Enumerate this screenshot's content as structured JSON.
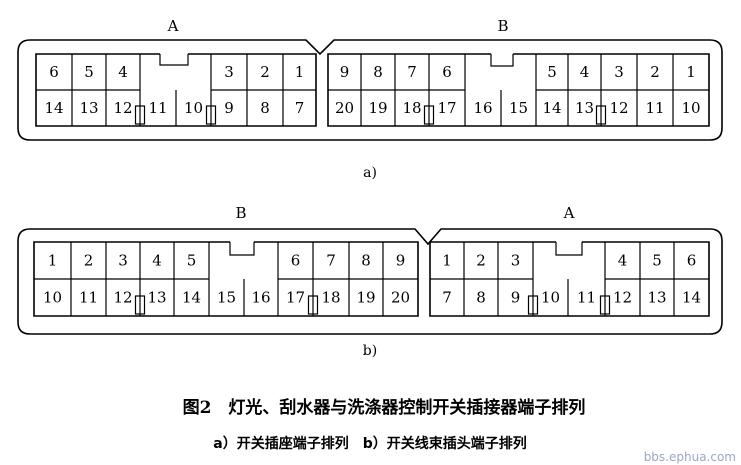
{
  "diagram_a": {
    "label_a": "A",
    "label_b": "B",
    "sub_label": "a)",
    "A_top": [
      "6",
      "5",
      "4",
      "",
      "3",
      "2",
      "1"
    ],
    "A_bottom": [
      "14",
      "13",
      "12",
      "11",
      "10",
      "9",
      "8",
      "7"
    ],
    "B_top": [
      "9",
      "8",
      "7",
      "6",
      "",
      "5",
      "4",
      "3",
      "2",
      "1"
    ],
    "B_bottom": [
      "20",
      "19",
      "18",
      "17",
      "16",
      "15",
      "14",
      "13",
      "12",
      "11",
      "10"
    ]
  },
  "diagram_b": {
    "label_b": "B",
    "label_a": "A",
    "sub_label": "b)",
    "B_top": [
      "1",
      "2",
      "3",
      "4",
      "5",
      "",
      "6",
      "7",
      "8",
      "9"
    ],
    "B_bottom": [
      "10",
      "11",
      "12",
      "13",
      "14",
      "15",
      "16",
      "17",
      "18",
      "19",
      "20"
    ],
    "A_top": [
      "1",
      "2",
      "3",
      "",
      "4",
      "5",
      "6"
    ],
    "A_bottom": [
      "7",
      "8",
      "9",
      "10",
      "11",
      "12",
      "13",
      "14"
    ]
  },
  "caption": {
    "title": "图2　灯光、刮水器与洗涤器控制开关插接器端子排列",
    "subtitle": "a）开关插座端子排列　b）开关线束插头端子排列"
  },
  "watermark": "bbs.ephua.com"
}
